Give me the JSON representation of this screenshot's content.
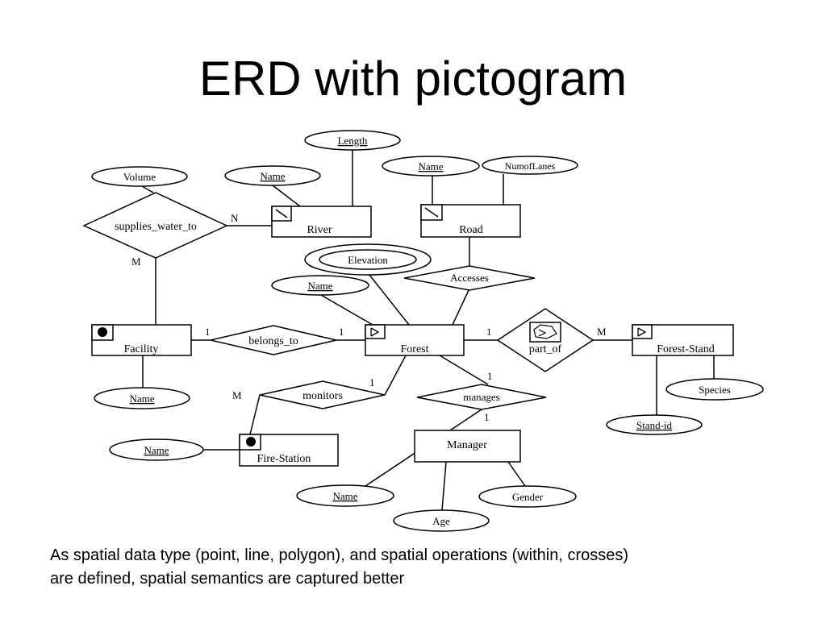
{
  "title": "ERD with pictogram",
  "caption": {
    "line1": "As spatial data type (point, line, polygon), and spatial operations (within, crosses)",
    "line2": "are defined, spatial semantics are captured better"
  },
  "entities": {
    "river": "River",
    "road": "Road",
    "facility": "Facility",
    "forest": "Forest",
    "forest_stand": "Forest-Stand",
    "fire_station": "Fire-Station",
    "manager": "Manager"
  },
  "relationships": {
    "supplies_water_to": "supplies_water_to",
    "accesses": "Accesses",
    "belongs_to": "belongs_to",
    "part_of": "part_of",
    "monitors": "monitors",
    "manages": "manages"
  },
  "attributes": {
    "river_length": "Length",
    "river_name": "Name",
    "volume": "Volume",
    "road_name": "Name",
    "road_numoflanes": "NumofLanes",
    "elevation": "Elevation",
    "forest_name": "Name",
    "facility_name": "Name",
    "species": "Species",
    "stand_id": "Stand-id",
    "fire_station_name": "Name",
    "manager_name": "Name",
    "age": "Age",
    "gender": "Gender"
  },
  "cardinalities": {
    "swt_river": "N",
    "swt_facility": "M",
    "belongs_facility": "1",
    "belongs_forest": "1",
    "partof_forest": "1",
    "partof_stand": "M",
    "monitors_forest": "1",
    "monitors_station": "M",
    "manages_forest": "1",
    "manages_manager": "1"
  },
  "pictograms": {
    "river": "line-pictogram-icon",
    "road": "line-pictogram-icon",
    "facility": "point-pictogram-icon",
    "fire_station": "point-pictogram-icon",
    "forest": "polygon-pictogram-icon",
    "forest_stand": "polygon-pictogram-icon",
    "part_of": "polygon-within-pictogram-icon"
  }
}
